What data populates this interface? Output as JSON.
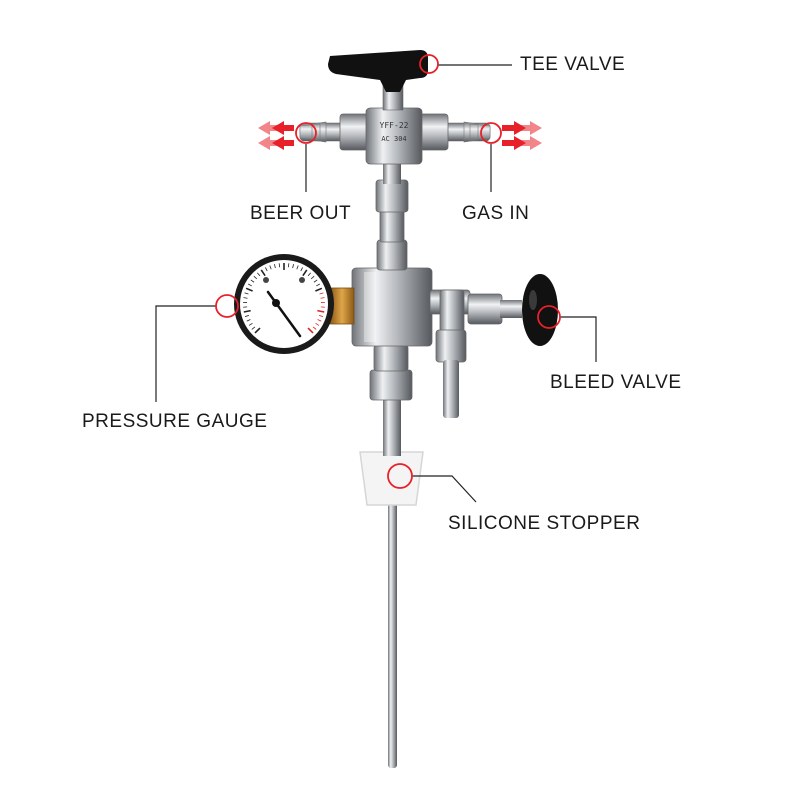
{
  "labels": {
    "tee_valve": "TEE VALVE",
    "beer_out": "BEER OUT",
    "gas_in": "GAS IN",
    "bleed_valve": "BLEED VALVE",
    "pressure_gauge": "PRESSURE GAUGE",
    "silicone_stopper": "SILICONE STOPPER"
  },
  "valve_body_text": [
    "YFF-22",
    "AC 304"
  ],
  "colors": {
    "callout_ring": "#e8202a",
    "arrow": "#e8202a",
    "leader_line": "#222222",
    "steel": "#b9bcc0",
    "knob": "#111111",
    "stopper": "#f4f4f4",
    "gauge_fitting": "#c98a2e"
  }
}
